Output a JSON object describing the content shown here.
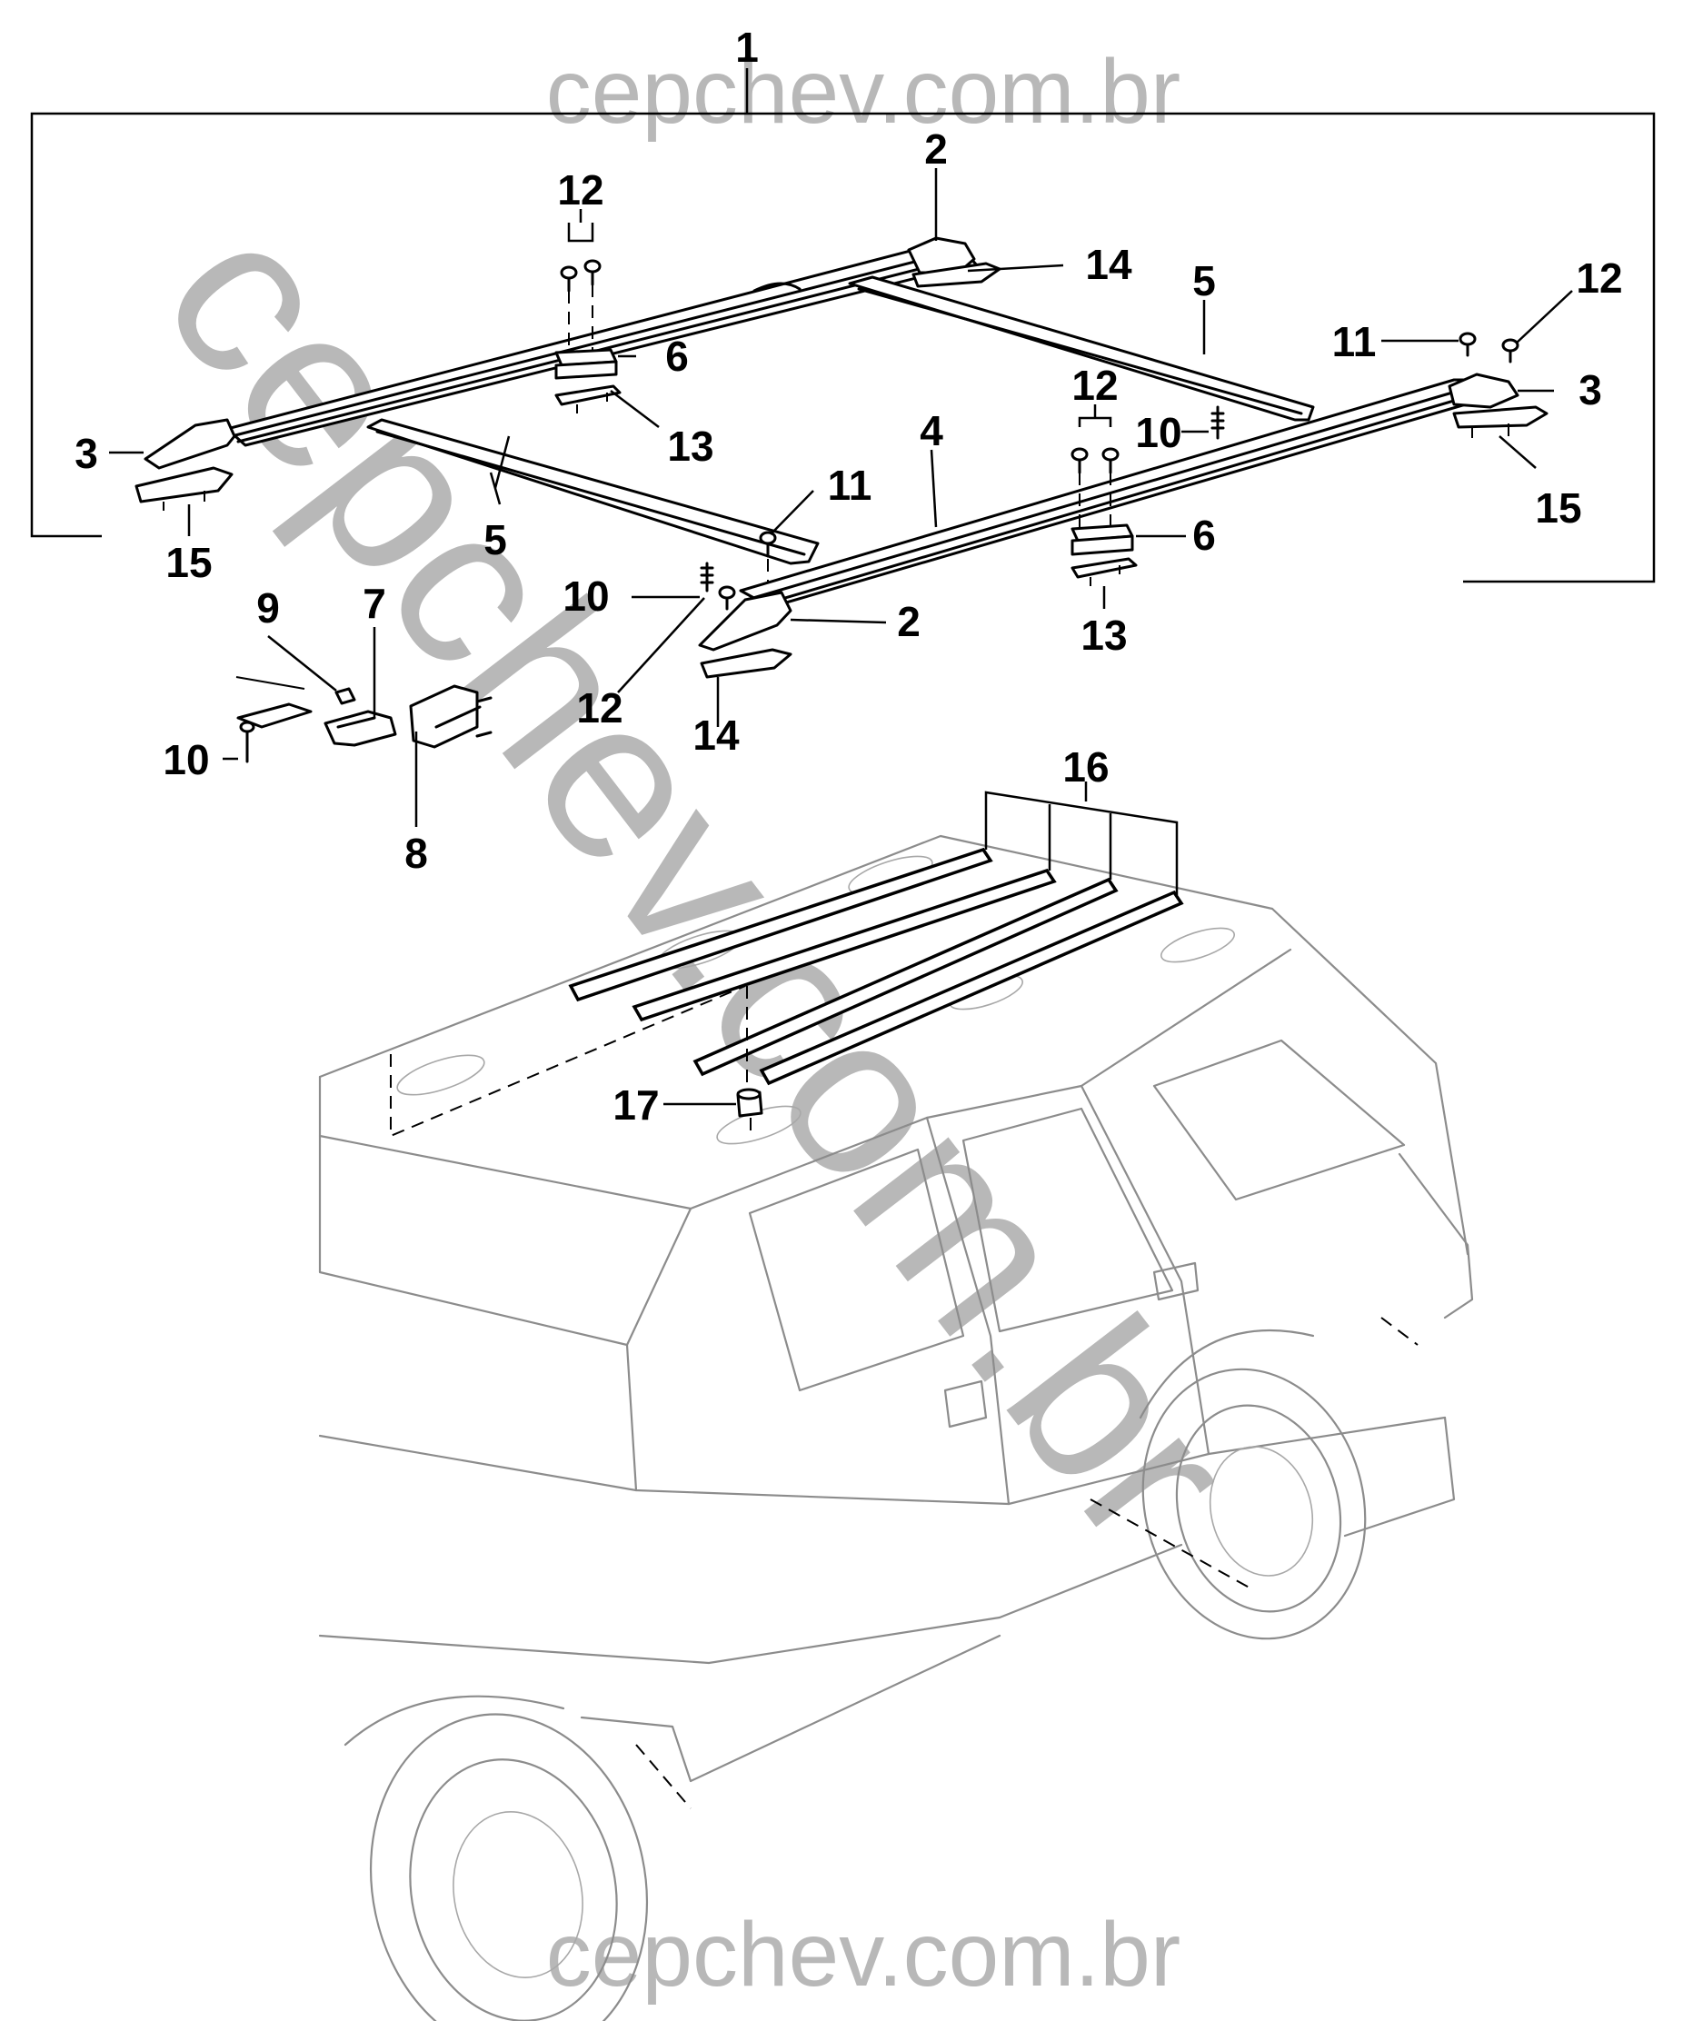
{
  "watermark": {
    "top": "cepchev.com.br",
    "bottom": "cepchev.com.br",
    "diagonal": "cepchev.com.br"
  },
  "callouts": [
    {
      "id": "c1",
      "text": "1"
    },
    {
      "id": "c2a",
      "text": "2"
    },
    {
      "id": "c2b",
      "text": "2"
    },
    {
      "id": "c3a",
      "text": "3"
    },
    {
      "id": "c3b",
      "text": "3"
    },
    {
      "id": "c4",
      "text": "4"
    },
    {
      "id": "c5a",
      "text": "5"
    },
    {
      "id": "c5b",
      "text": "5"
    },
    {
      "id": "c6a",
      "text": "6"
    },
    {
      "id": "c6b",
      "text": "6"
    },
    {
      "id": "c7",
      "text": "7"
    },
    {
      "id": "c8",
      "text": "8"
    },
    {
      "id": "c9",
      "text": "9"
    },
    {
      "id": "c10a",
      "text": "10"
    },
    {
      "id": "c10b",
      "text": "10"
    },
    {
      "id": "c10c",
      "text": "10"
    },
    {
      "id": "c11a",
      "text": "11"
    },
    {
      "id": "c11b",
      "text": "11"
    },
    {
      "id": "c12a",
      "text": "12"
    },
    {
      "id": "c12b",
      "text": "12"
    },
    {
      "id": "c12c",
      "text": "12"
    },
    {
      "id": "c12d",
      "text": "12"
    },
    {
      "id": "c13a",
      "text": "13"
    },
    {
      "id": "c13b",
      "text": "13"
    },
    {
      "id": "c14a",
      "text": "14"
    },
    {
      "id": "c14b",
      "text": "14"
    },
    {
      "id": "c15a",
      "text": "15"
    },
    {
      "id": "c15b",
      "text": "15"
    },
    {
      "id": "c16",
      "text": "16"
    },
    {
      "id": "c17",
      "text": "17"
    }
  ]
}
